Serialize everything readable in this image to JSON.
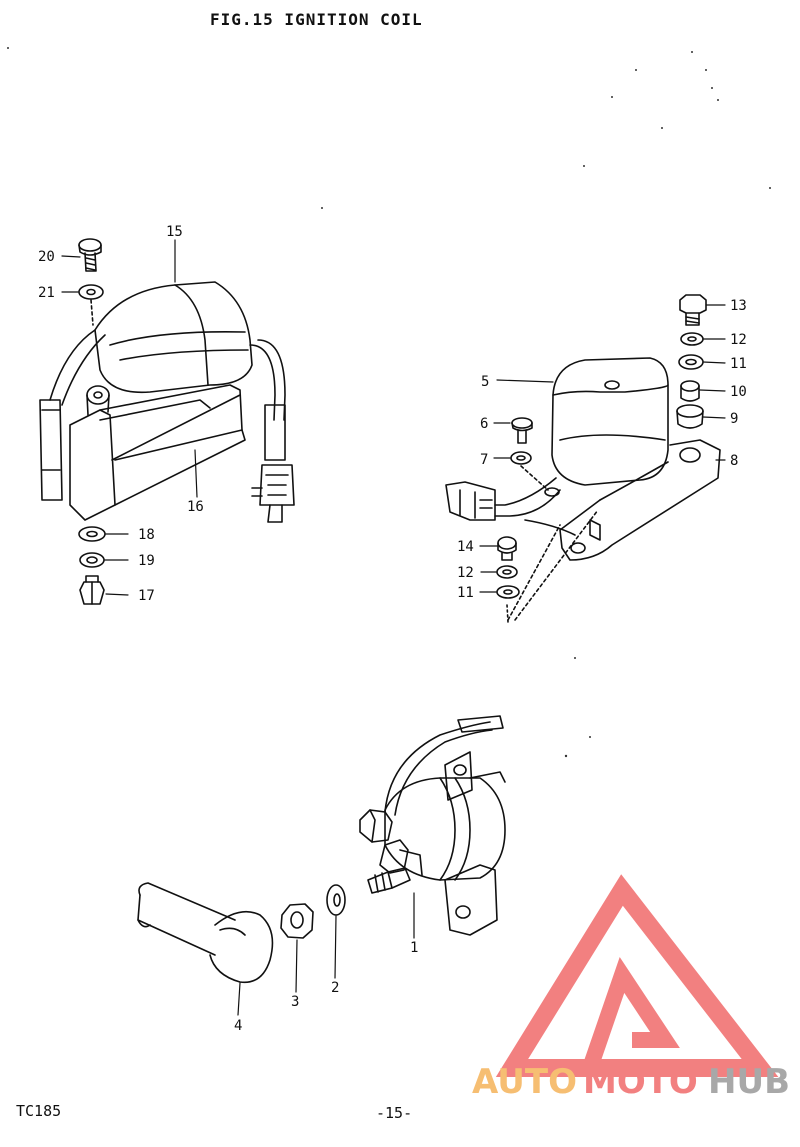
{
  "header": {
    "title": "FIG.15 IGNITION COIL"
  },
  "footer": {
    "model": "TC185",
    "page": "-15-"
  },
  "parts": {
    "p1": "1",
    "p2": "2",
    "p3": "3",
    "p4": "4",
    "p5": "5",
    "p6": "6",
    "p7": "7",
    "p8": "8",
    "p9": "9",
    "p10": "10",
    "p11": "11",
    "p12": "12",
    "p13": "13",
    "p14": "14",
    "p16": "16",
    "p17": "17",
    "p18": "18",
    "p19": "19",
    "p20": "20",
    "p21": "21",
    "p15": "15",
    "p11b": "11",
    "p12b": "12"
  },
  "watermark": {
    "part1": "AUTO",
    "part2": "MOTO",
    "part3": "HUB"
  },
  "colors": {
    "ink": "#111111",
    "watermark_red": "#f06b6b",
    "watermark_orange": "#f5b35a",
    "watermark_gray": "#9a9a9a"
  }
}
